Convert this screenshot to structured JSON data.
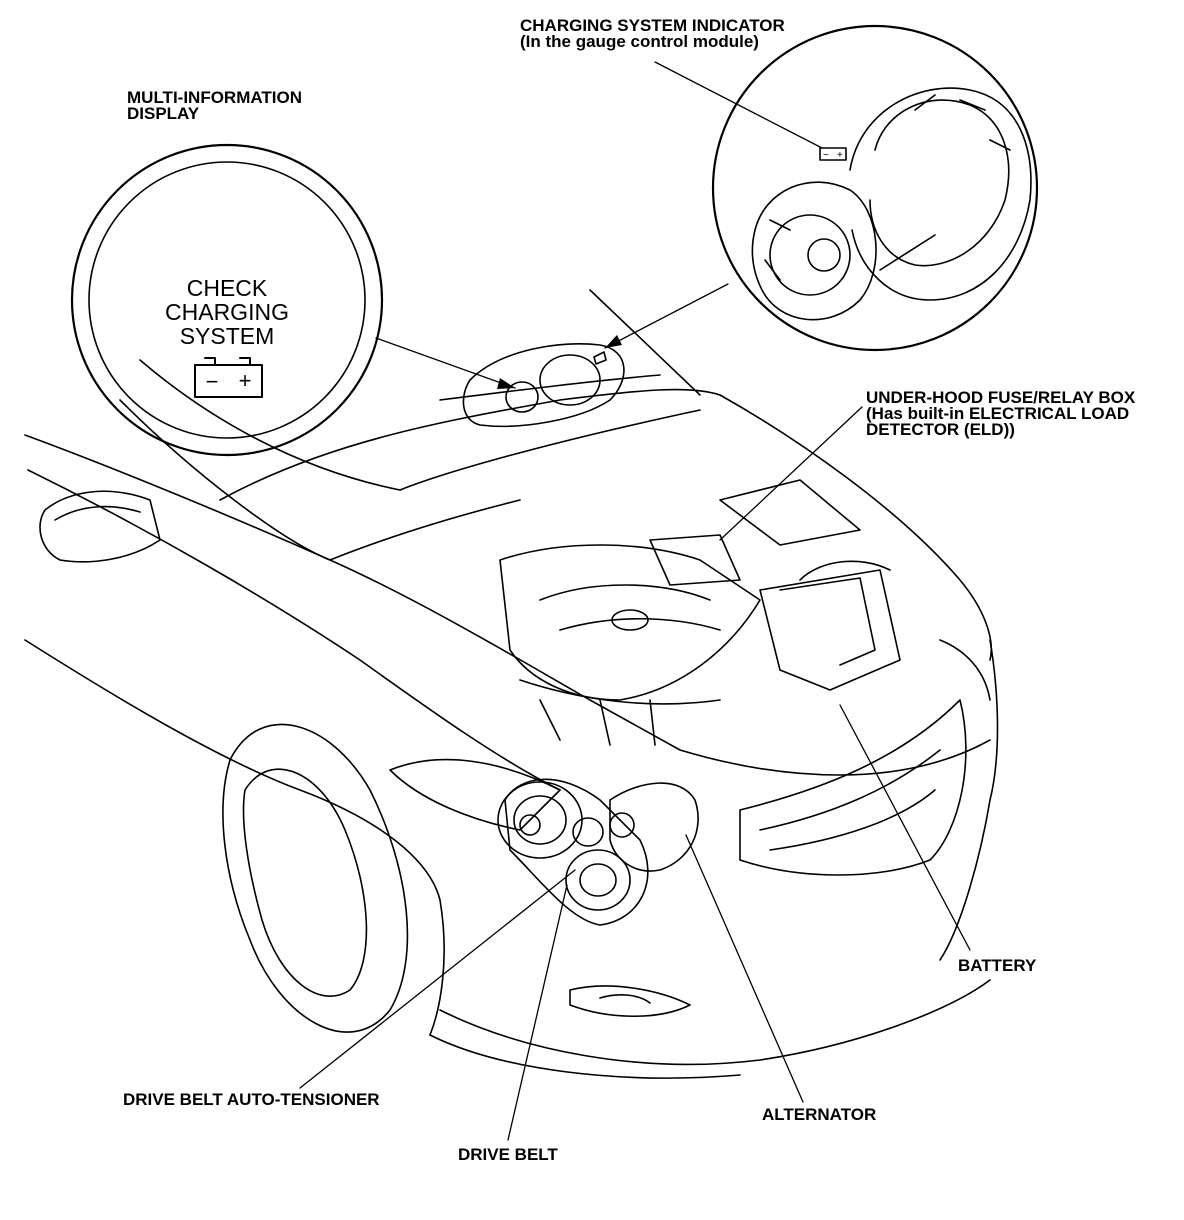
{
  "labels": {
    "charging_indicator": [
      "CHARGING SYSTEM INDICATOR",
      "(In the gauge control module)"
    ],
    "multi_info_display": [
      "MULTI-INFORMATION",
      "DISPLAY"
    ],
    "fuse_box": [
      "UNDER-HOOD FUSE/RELAY BOX",
      "(Has built-in ELECTRICAL LOAD",
      "DETECTOR (ELD))"
    ],
    "battery": "BATTERY",
    "auto_tensioner": "DRIVE BELT AUTO-TENSIONER",
    "alternator": "ALTERNATOR",
    "drive_belt": "DRIVE BELT"
  },
  "display": {
    "message": [
      "CHECK",
      "CHARGING",
      "SYSTEM"
    ],
    "battery_minus": "−",
    "battery_plus": "+"
  },
  "indicator": {
    "battery_minus": "−",
    "battery_plus": "+"
  },
  "colors": {
    "line": "#000000",
    "background": "#ffffff"
  }
}
